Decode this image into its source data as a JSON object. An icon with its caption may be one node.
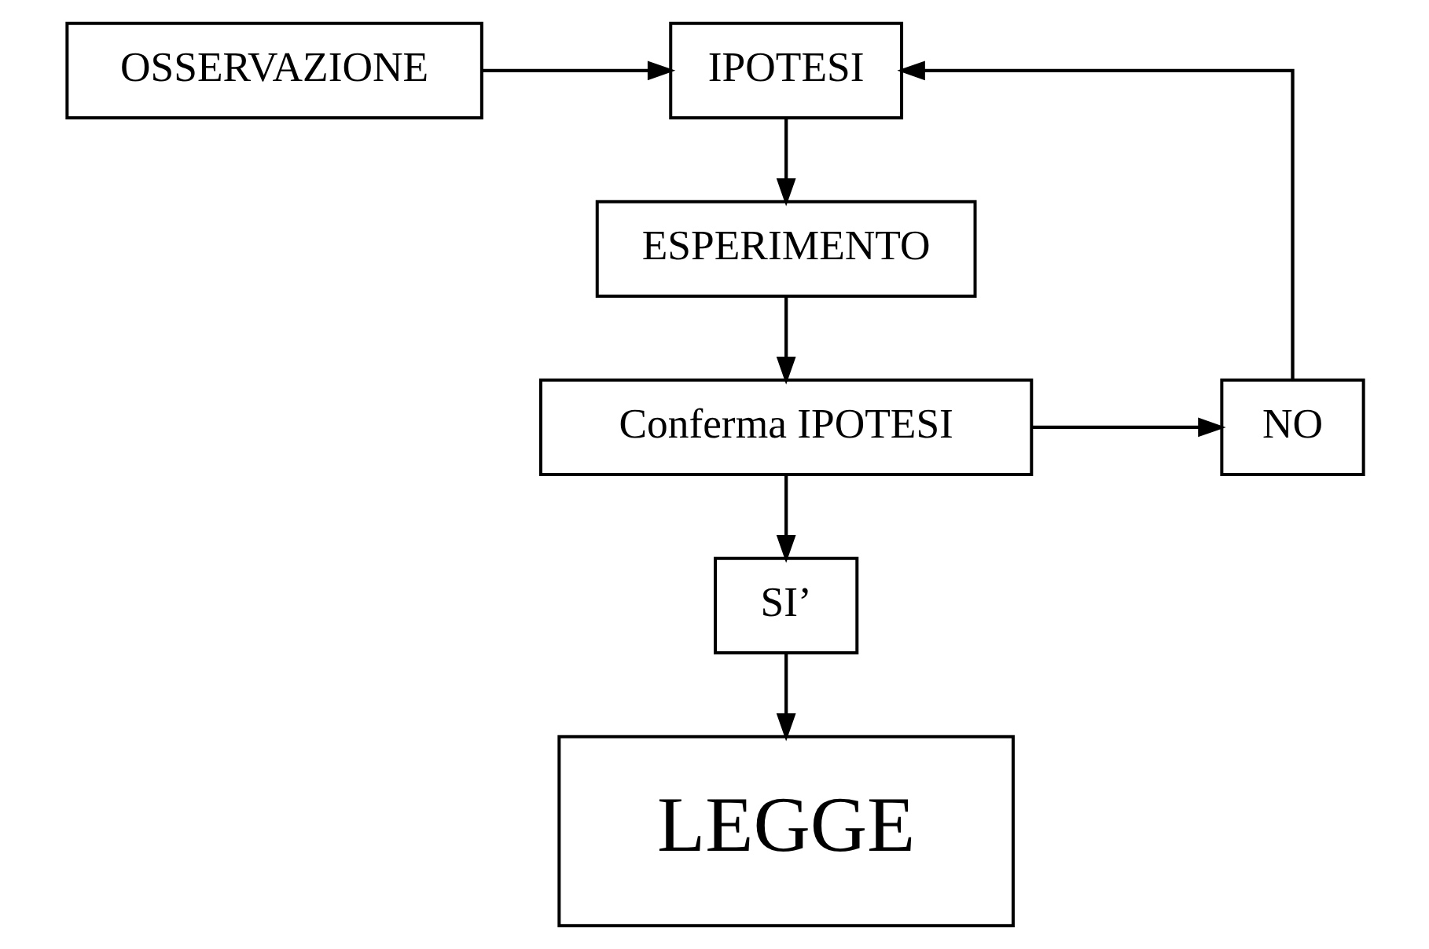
{
  "diagram": {
    "nodes": [
      {
        "text": [
          "OSSERVAZIONE"
        ]
      },
      {
        "text": [
          "IPOTESI"
        ]
      },
      {
        "text": [
          "ESPERIMENTO"
        ]
      },
      {
        "text": [
          "Conferma IPOTESI"
        ]
      },
      {
        "text": [
          "NO"
        ]
      },
      {
        "text": [
          "SI’"
        ]
      },
      {
        "text": [
          "LEGGE"
        ]
      }
    ],
    "edges": [
      {
        "from": 0,
        "to": 1,
        "arrow": "to"
      },
      {
        "from": 1,
        "to": 2,
        "arrow": "to"
      },
      {
        "from": 2,
        "to": 3,
        "arrow": "to"
      },
      {
        "from": 3,
        "to": 4,
        "arrow": "to"
      },
      {
        "from": 4,
        "to": 1,
        "arrow": "to"
      },
      {
        "from": 3,
        "to": 5,
        "arrow": "to"
      },
      {
        "from": 5,
        "to": 6,
        "arrow": "to"
      }
    ]
  }
}
